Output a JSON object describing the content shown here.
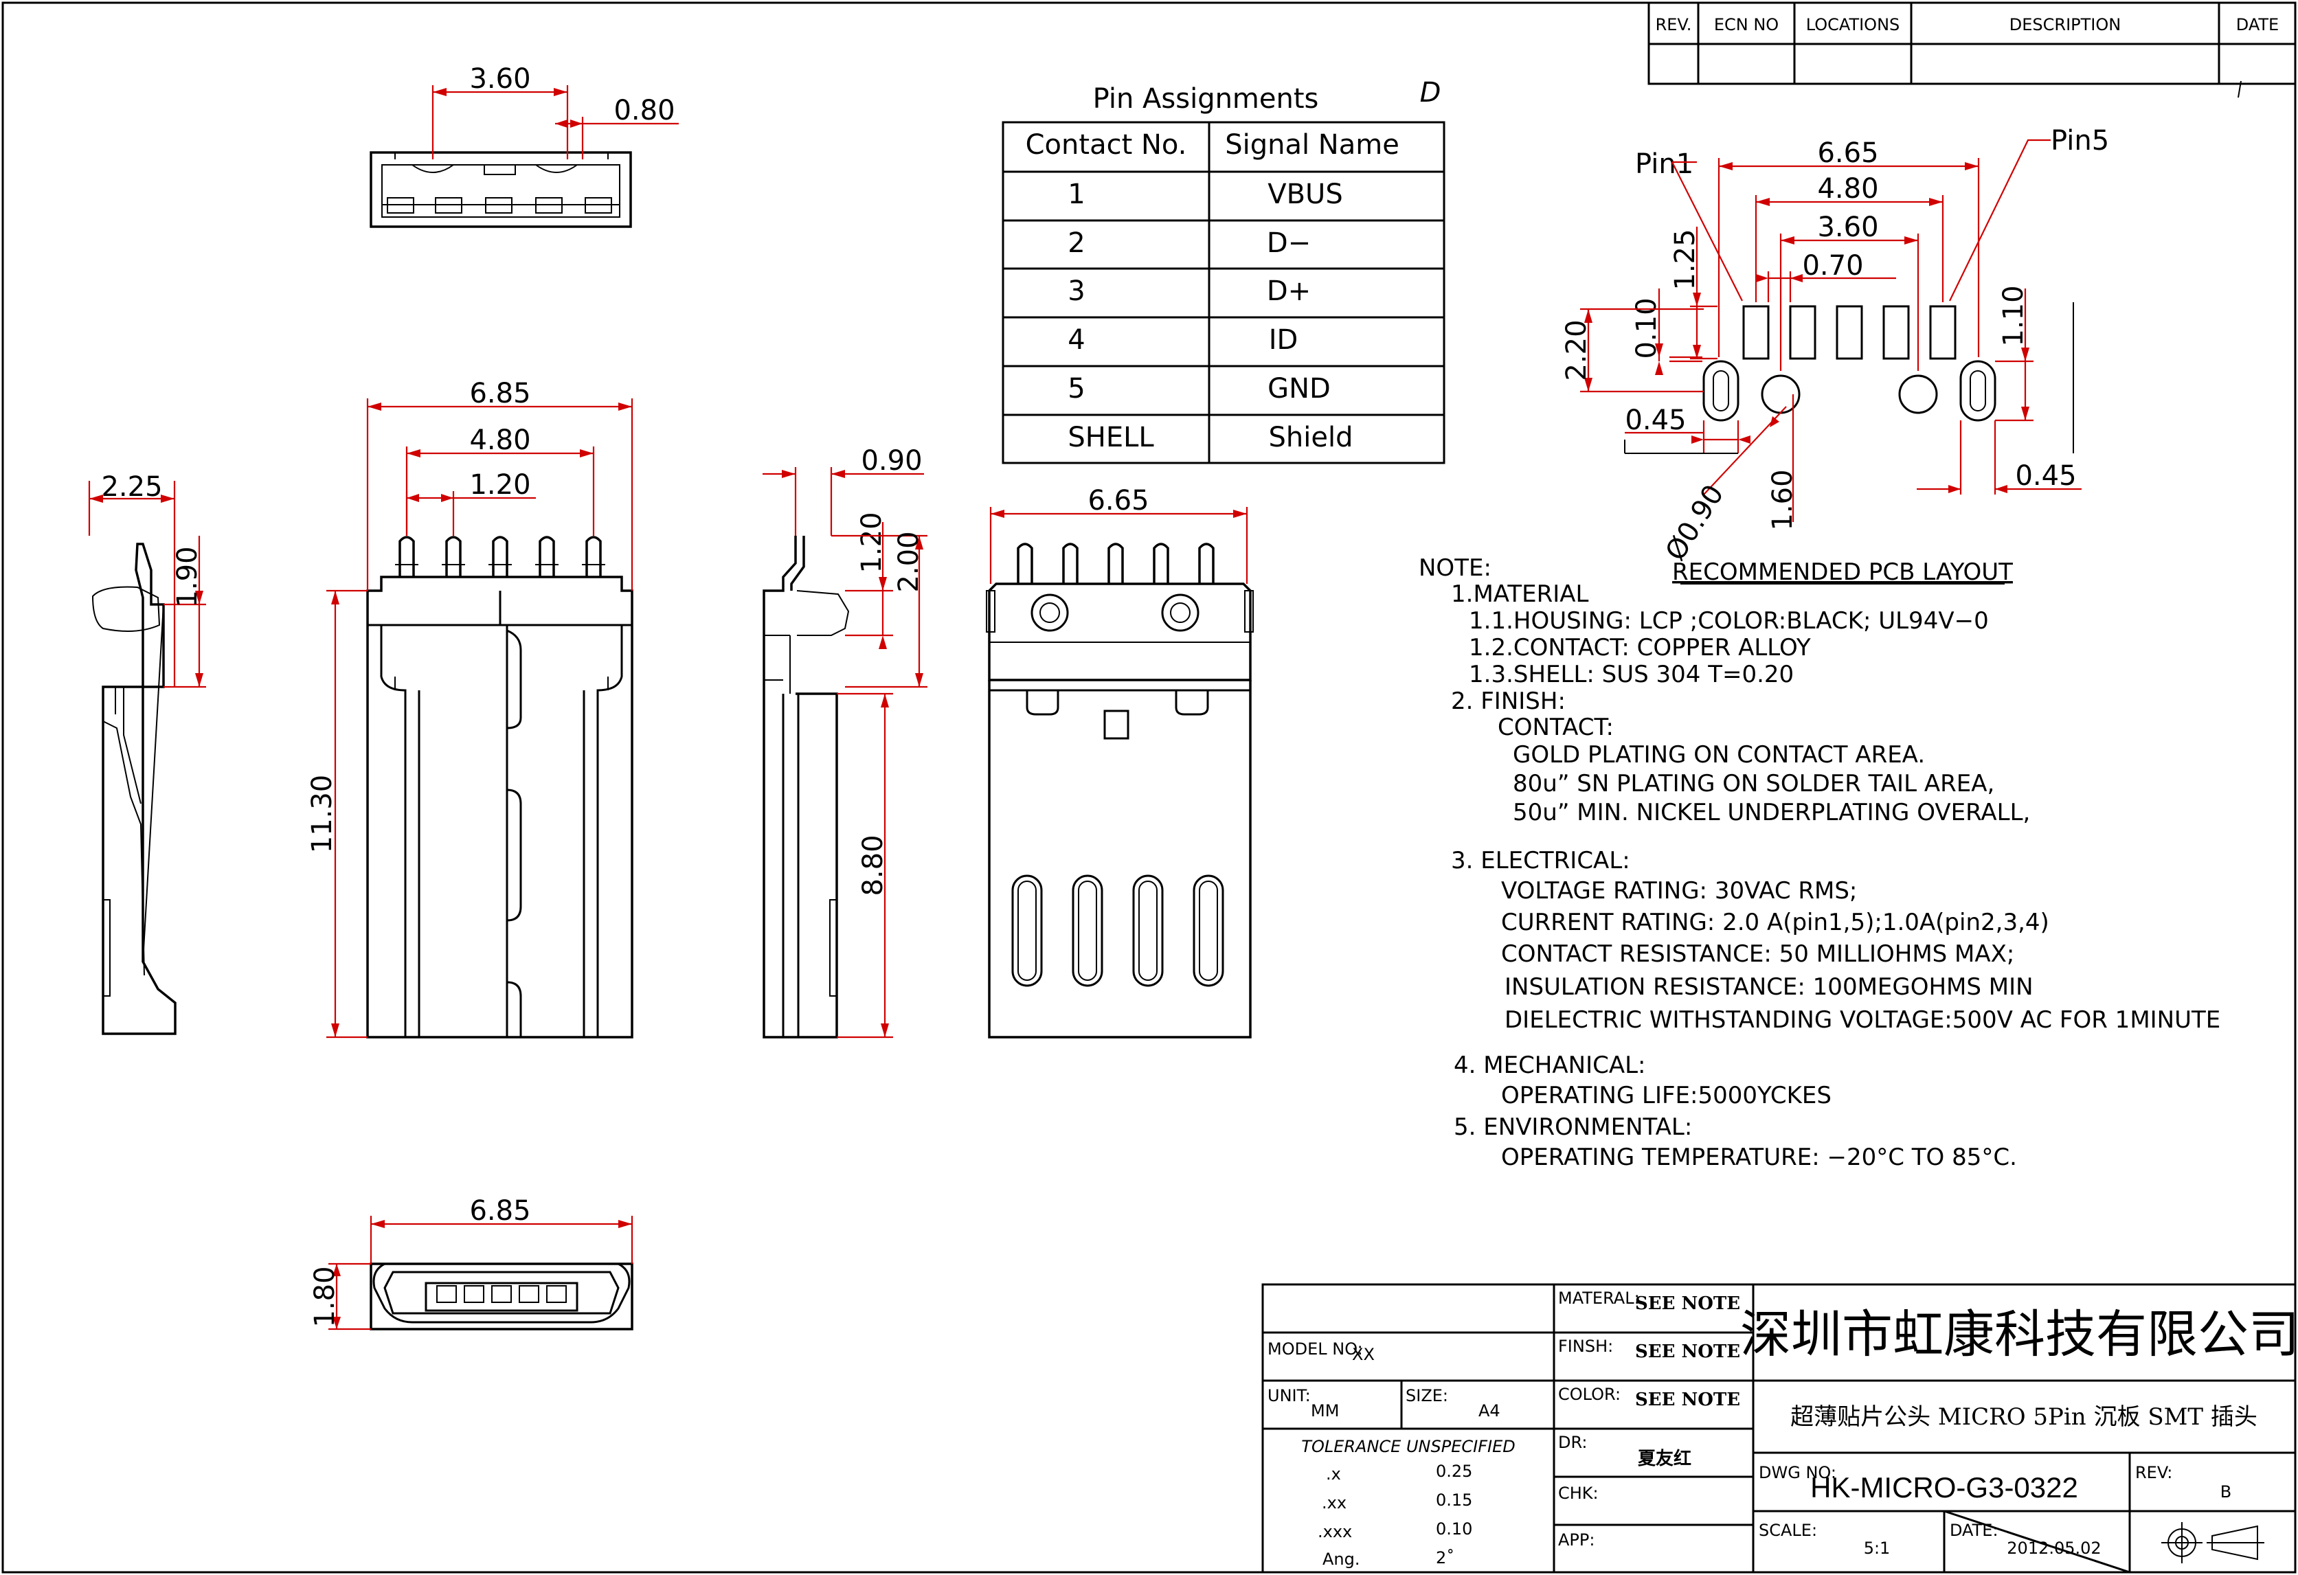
{
  "revision_block": {
    "headers": [
      "REV.",
      "ECN NO",
      "LOCATIONS",
      "DESCRIPTION",
      "DATE"
    ]
  },
  "pin_assignments": {
    "title": "Pin Assignments",
    "rev_mark": "D",
    "columns": [
      "Contact No.",
      "Signal Name"
    ],
    "rows": [
      [
        "1",
        "VBUS"
      ],
      [
        "2",
        "D−"
      ],
      [
        "3",
        "D+"
      ],
      [
        "4",
        "ID"
      ],
      [
        "5",
        "GND"
      ],
      [
        "SHELL",
        "Shield"
      ]
    ]
  },
  "dimensions": {
    "top_view": [
      "3.60",
      "0.80"
    ],
    "side_left": [
      "2.25",
      "1.90"
    ],
    "front_view": [
      "6.85",
      "4.80",
      "1.20",
      "11.30"
    ],
    "side_right": [
      "0.90",
      "1.20",
      "2.00",
      "8.80"
    ],
    "rear_view": [
      "6.65"
    ],
    "bottom_view": [
      "6.85",
      "1.80"
    ]
  },
  "pcb_layout": {
    "title": "RECOMMENDED PCB LAYOUT",
    "pin1_label": "Pin1",
    "pin5_label": "Pin5",
    "dims": [
      "6.65",
      "4.80",
      "3.60",
      "0.70",
      "1.25",
      "0.10",
      "2.20",
      "1.10",
      "0.45",
      "Ø0.90",
      "1.60",
      "0.45"
    ]
  },
  "notes": {
    "heading": "NOTE:",
    "lines": [
      "1.MATERIAL",
      "1.1.HOUSING:  LCP  ;COLOR:BLACK;  UL94V−0",
      "1.2.CONTACT:  COPPER  ALLOY",
      "1.3.SHELL:  SUS  304  T=0.20",
      "2.  FINISH:",
      "CONTACT:",
      "GOLD  PLATING  ON  CONTACT  AREA.",
      "80u”  SN  PLATING  ON  SOLDER  TAIL  AREA,",
      "50u”  MIN.  NICKEL  UNDERPLATING  OVERALL,",
      "3.  ELECTRICAL:",
      "VOLTAGE  RATING:  30VAC  RMS;",
      "CURRENT  RATING:  2.0  A(pin1,5);1.0A(pin2,3,4)",
      "CONTACT  RESISTANCE:  50  MILLIOHMS  MAX;",
      "INSULATION  RESISTANCE:  100MEGOHMS  MIN",
      "DIELECTRIC  WITHSTANDING  VOLTAGE:500V  AC  FOR  1MINUTE",
      "4.  MECHANICAL:",
      "OPERATING  LIFE:5000YCKES",
      "5.  ENVIRONMENTAL:",
      "OPERATING  TEMPERATURE:  −20°C  TO  85°C."
    ]
  },
  "title_block": {
    "model_label": "MODEL NO:",
    "model_value": "XX",
    "unit_label": "UNIT:",
    "unit_value": "MM",
    "size_label": "SIZE:",
    "size_value": "A4",
    "tolerance_title": "TOLERANCE  UNSPECIFIED",
    "tolerances": [
      [
        ".x",
        "0.25"
      ],
      [
        ".xx",
        "0.15"
      ],
      [
        ".xxx",
        "0.10"
      ],
      [
        "Ang.",
        "2˚"
      ]
    ],
    "material_label": "MATERAL:",
    "material_value": "SEE NOTE",
    "finish_label": "FINSH:",
    "finish_value": "SEE NOTE",
    "color_label": "COLOR:",
    "color_value": "SEE NOTE",
    "dr_label": "DR:",
    "dr_value": "夏友红",
    "chk_label": "CHK:",
    "app_label": "APP:",
    "company": "深圳市虹康科技有限公司",
    "description": "超薄贴片公头 MICRO 5Pin 沉板 SMT 插头",
    "dwg_label": "DWG NO:",
    "dwg_value": "HK-MICRO-G3-0322",
    "rev_label": "REV:",
    "rev_value": "B",
    "scale_label": "SCALE:",
    "scale_value": "5:1",
    "date_label": "DATE:",
    "date_value": "2012.05.02"
  },
  "colors": {
    "dimension": "#d00000",
    "linework": "#000000"
  }
}
